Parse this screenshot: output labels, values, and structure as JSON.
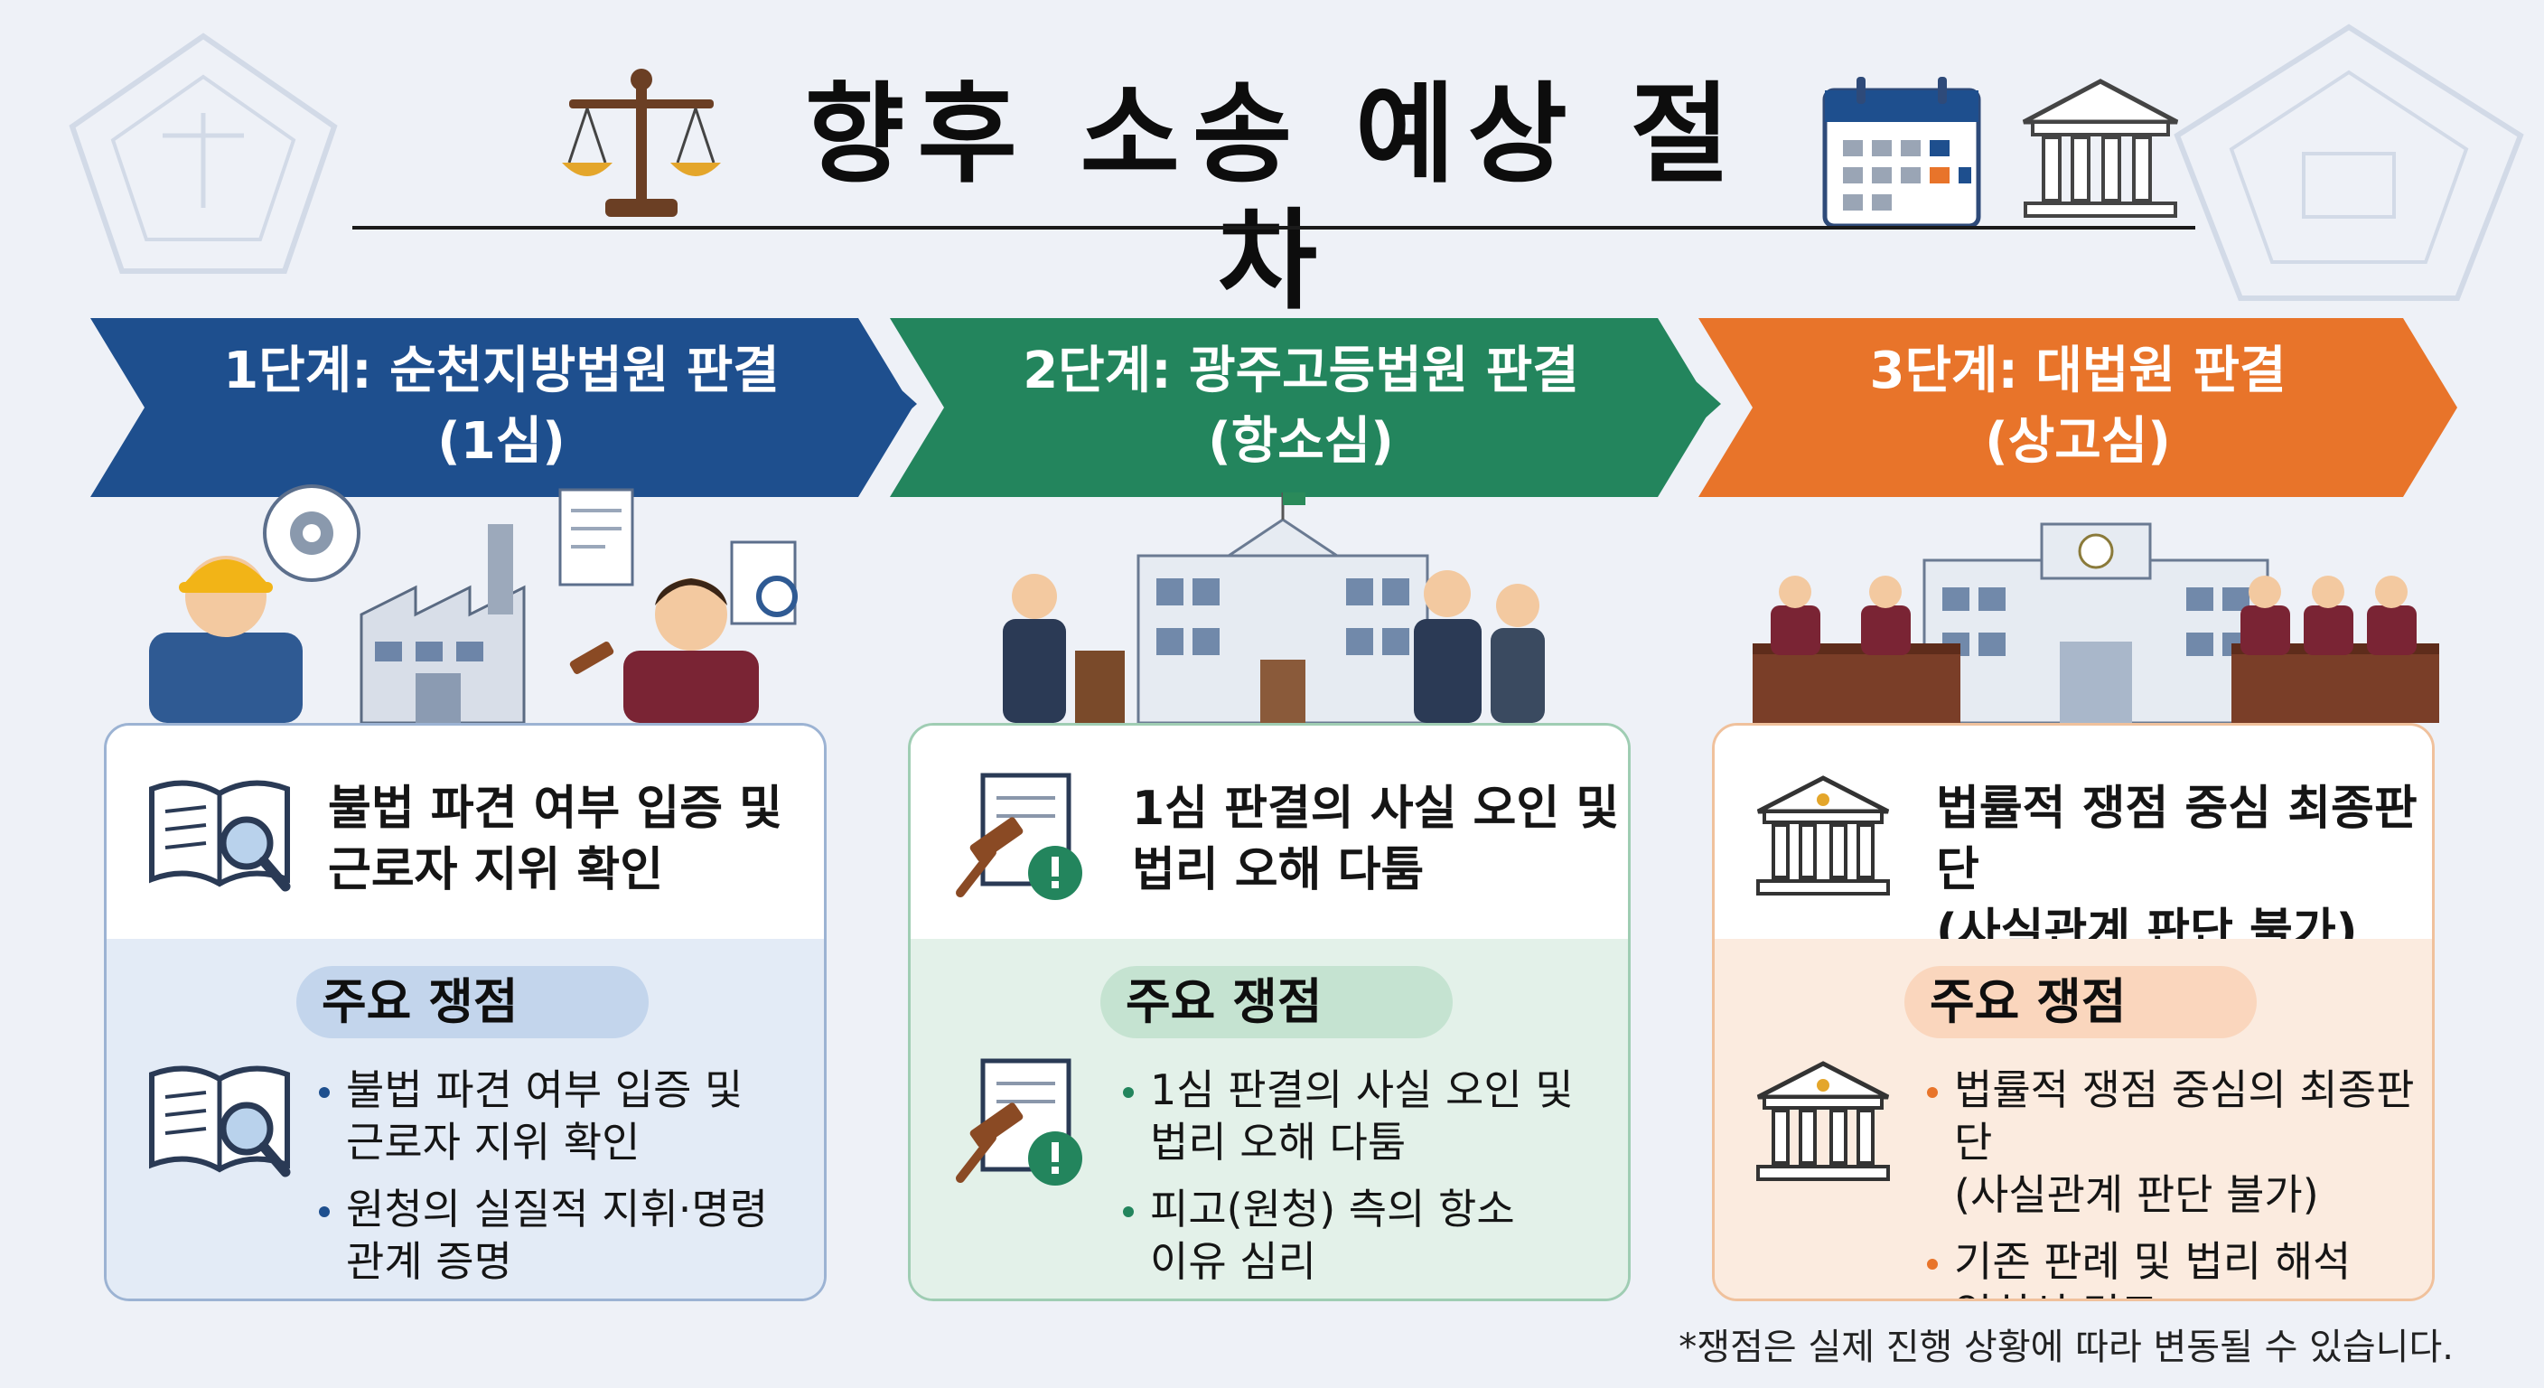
{
  "title": "향후 소송 예상 절차",
  "colors": {
    "blue": "#1e4f8e",
    "green": "#23855d",
    "orange": "#e8742a"
  },
  "stages": [
    {
      "banner_line1": "1단계: 순천지방법원 판결",
      "banner_line2": "(1심)",
      "summary_line1": "불법 파견 여부 입증 및",
      "summary_line2": "근로자 지위 확인",
      "issues_title": "주요 쟁점",
      "issues": [
        {
          "line1": "불법 파견 여부 입증 및",
          "line2": "근로자 지위 확인"
        },
        {
          "line1": "원청의 실질적 지휘·명령",
          "line2": "관계 증명"
        }
      ]
    },
    {
      "banner_line1": "2단계: 광주고등법원 판결",
      "banner_line2": "(항소심)",
      "summary_line1": "1심 판결의 사실 오인 및",
      "summary_line2": "법리 오해 다툼",
      "issues_title": "주요 쟁점",
      "issues": [
        {
          "line1": "1심 판결의 사실 오인 및",
          "line2": "법리 오해 다툼"
        },
        {
          "line1": "피고(원청) 측의 항소",
          "line2": "이유 심리"
        }
      ]
    },
    {
      "banner_line1": "3단계: 대법원 판결",
      "banner_line2": "(상고심)",
      "summary_line1": "법률적 쟁점 중심 최종판단",
      "summary_line2": "(사실관계 판단 불가)",
      "issues_title": "주요 쟁점",
      "issues": [
        {
          "line1": "법률적 쟁점 중심의 최종판단",
          "line2": "(사실관계 판단 불가)"
        },
        {
          "line1": "기존 판례 및 법리 해석",
          "line2": "일치성 검토"
        }
      ]
    }
  ],
  "footnote": "*쟁점은 실제 진행 상황에 따라 변동될 수 있습니다.",
  "icons": [
    "scales-icon",
    "calendar-icon",
    "courthouse-icon",
    "book-magnifier-icon",
    "gavel-document-icon",
    "bank-building-icon"
  ]
}
